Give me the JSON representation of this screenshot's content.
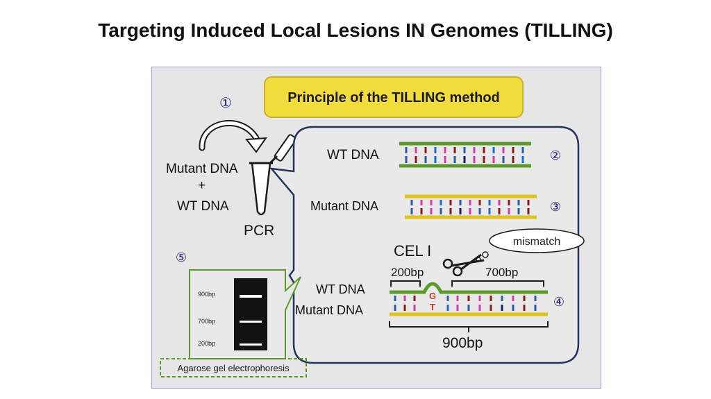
{
  "title": "Targeting Induced Local Lesions IN Genomes (TILLING)",
  "figure": {
    "banner": "Principle of the TILLING method",
    "steps": [
      "①",
      "②",
      "③",
      "④",
      "⑤"
    ],
    "left_panel": {
      "mutant_dna": "Mutant DNA",
      "plus": "+",
      "wt_dna": "WT DNA",
      "pcr": "PCR"
    },
    "wt_dna_label": "WT DNA",
    "mutant_dna_label": "Mutant DNA",
    "cel1": "CEL I",
    "mismatch": "mismatch",
    "fragment_left": "200bp",
    "fragment_right": "700bp",
    "full_length": "900bp",
    "wt_dna_label_2": "WT DNA",
    "mutant_dna_label_2": "Mutant DNA",
    "base_top": "G",
    "base_bottom": "T",
    "gel": {
      "markers": [
        "900bp",
        "700bp",
        "200bp"
      ],
      "caption": "Agarose gel electrophoresis"
    }
  }
}
